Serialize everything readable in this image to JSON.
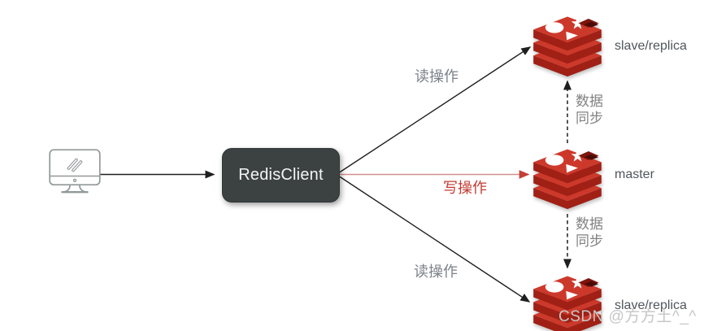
{
  "nodes": {
    "client": {
      "label": "RedisClient"
    },
    "slave_top": {
      "label": "slave/replica"
    },
    "master": {
      "label": "master"
    },
    "slave_bottom": {
      "label": "slave/replica"
    }
  },
  "edges": {
    "read_top": {
      "label": "读操作"
    },
    "write": {
      "label": "写操作"
    },
    "read_bottom": {
      "label": "读操作"
    },
    "sync_top": {
      "label": "数据\n同步"
    },
    "sync_bottom": {
      "label": "数据\n同步"
    }
  },
  "watermark": {
    "text": "CSDN @方方土^_^"
  },
  "icons": {
    "client_device": "computer-monitor-icon",
    "node": "redis-database-icon"
  },
  "colors": {
    "client_box_bg": "#3c4242",
    "client_box_text": "#f4f4f4",
    "redis_red": "#cc392b",
    "redis_dark_red": "#a02015",
    "redis_cube_dark": "#4a0b06",
    "line_black": "#1f1f1f",
    "write_line": "#d1908b",
    "write_arrowhead": "#c2403a",
    "write_label": "#c23a31",
    "read_label": "#7b828a",
    "sync_label": "#828282",
    "node_label": "#50565b",
    "monitor_stroke": "#929898",
    "watermark": "#c6c6c6"
  }
}
